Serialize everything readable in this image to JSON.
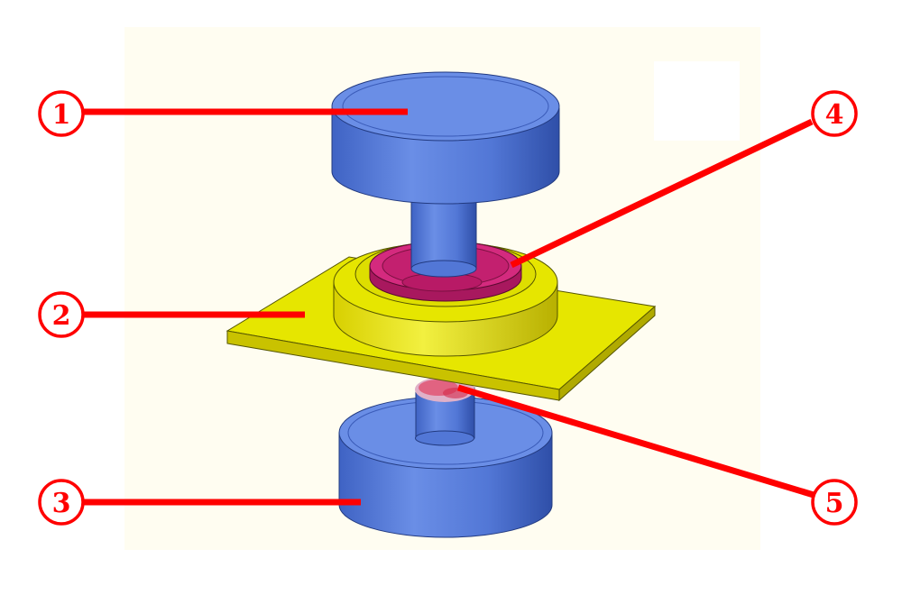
{
  "colors": {
    "background_panel": "#fffdf1",
    "blue_face": "#6a8ee6",
    "blue_side": "#4f74d4",
    "blue_dark": "#3a5bb8",
    "yellow_face": "#e6e600",
    "yellow_side": "#c9c200",
    "magenta_face": "#d42a7e",
    "magenta_dark": "#a8185e",
    "callout_red": "#ff0000"
  },
  "callouts": [
    {
      "id": "1",
      "label": "1",
      "part": "upper-electrode"
    },
    {
      "id": "2",
      "label": "2",
      "part": "sheet-plate"
    },
    {
      "id": "3",
      "label": "3",
      "part": "lower-electrode"
    },
    {
      "id": "4",
      "label": "4",
      "part": "ring-insert"
    },
    {
      "id": "5",
      "label": "5",
      "part": "weld-nugget"
    }
  ]
}
